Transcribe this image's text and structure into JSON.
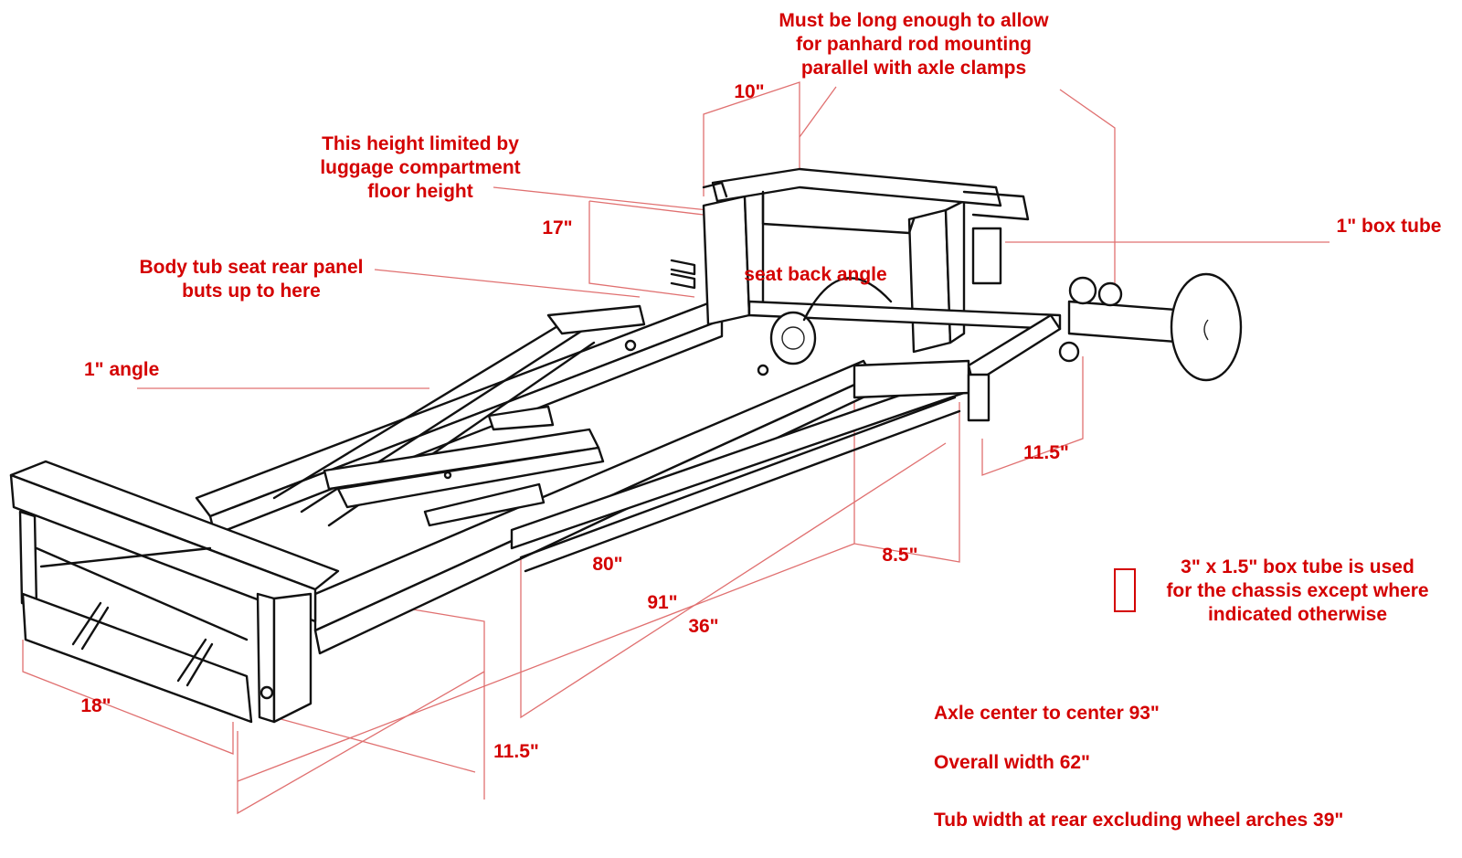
{
  "annotations": {
    "panhard": [
      "Must be long enough to allow",
      "for panhard rod mounting",
      "parallel with axle clamps"
    ],
    "height_limit": [
      "This height limited by",
      "luggage compartment",
      "floor height"
    ],
    "seat_panel": [
      "Body tub seat rear panel",
      "buts up to here"
    ],
    "angle": "1\" angle",
    "box_tube": "1\" box tube",
    "seat_back": "seat back angle",
    "legend": [
      "3\" x 1.5\" box tube is used",
      "for the chassis except where",
      "indicated otherwise"
    ],
    "axle": "Axle center to center 93\"",
    "overall_width": "Overall width 62\"",
    "tub_width": "Tub width at rear excluding wheel arches 39\""
  },
  "dimensions": {
    "d10": "10\"",
    "d17": "17\"",
    "d80": "80\"",
    "d91": "91\"",
    "d36": "36\"",
    "d85": "8.5\"",
    "d115_right": "11.5\"",
    "d115_front": "11.5\"",
    "d18": "18\""
  },
  "colors": {
    "label": "#d40000",
    "line": "#111111",
    "leader": "#e07070"
  }
}
